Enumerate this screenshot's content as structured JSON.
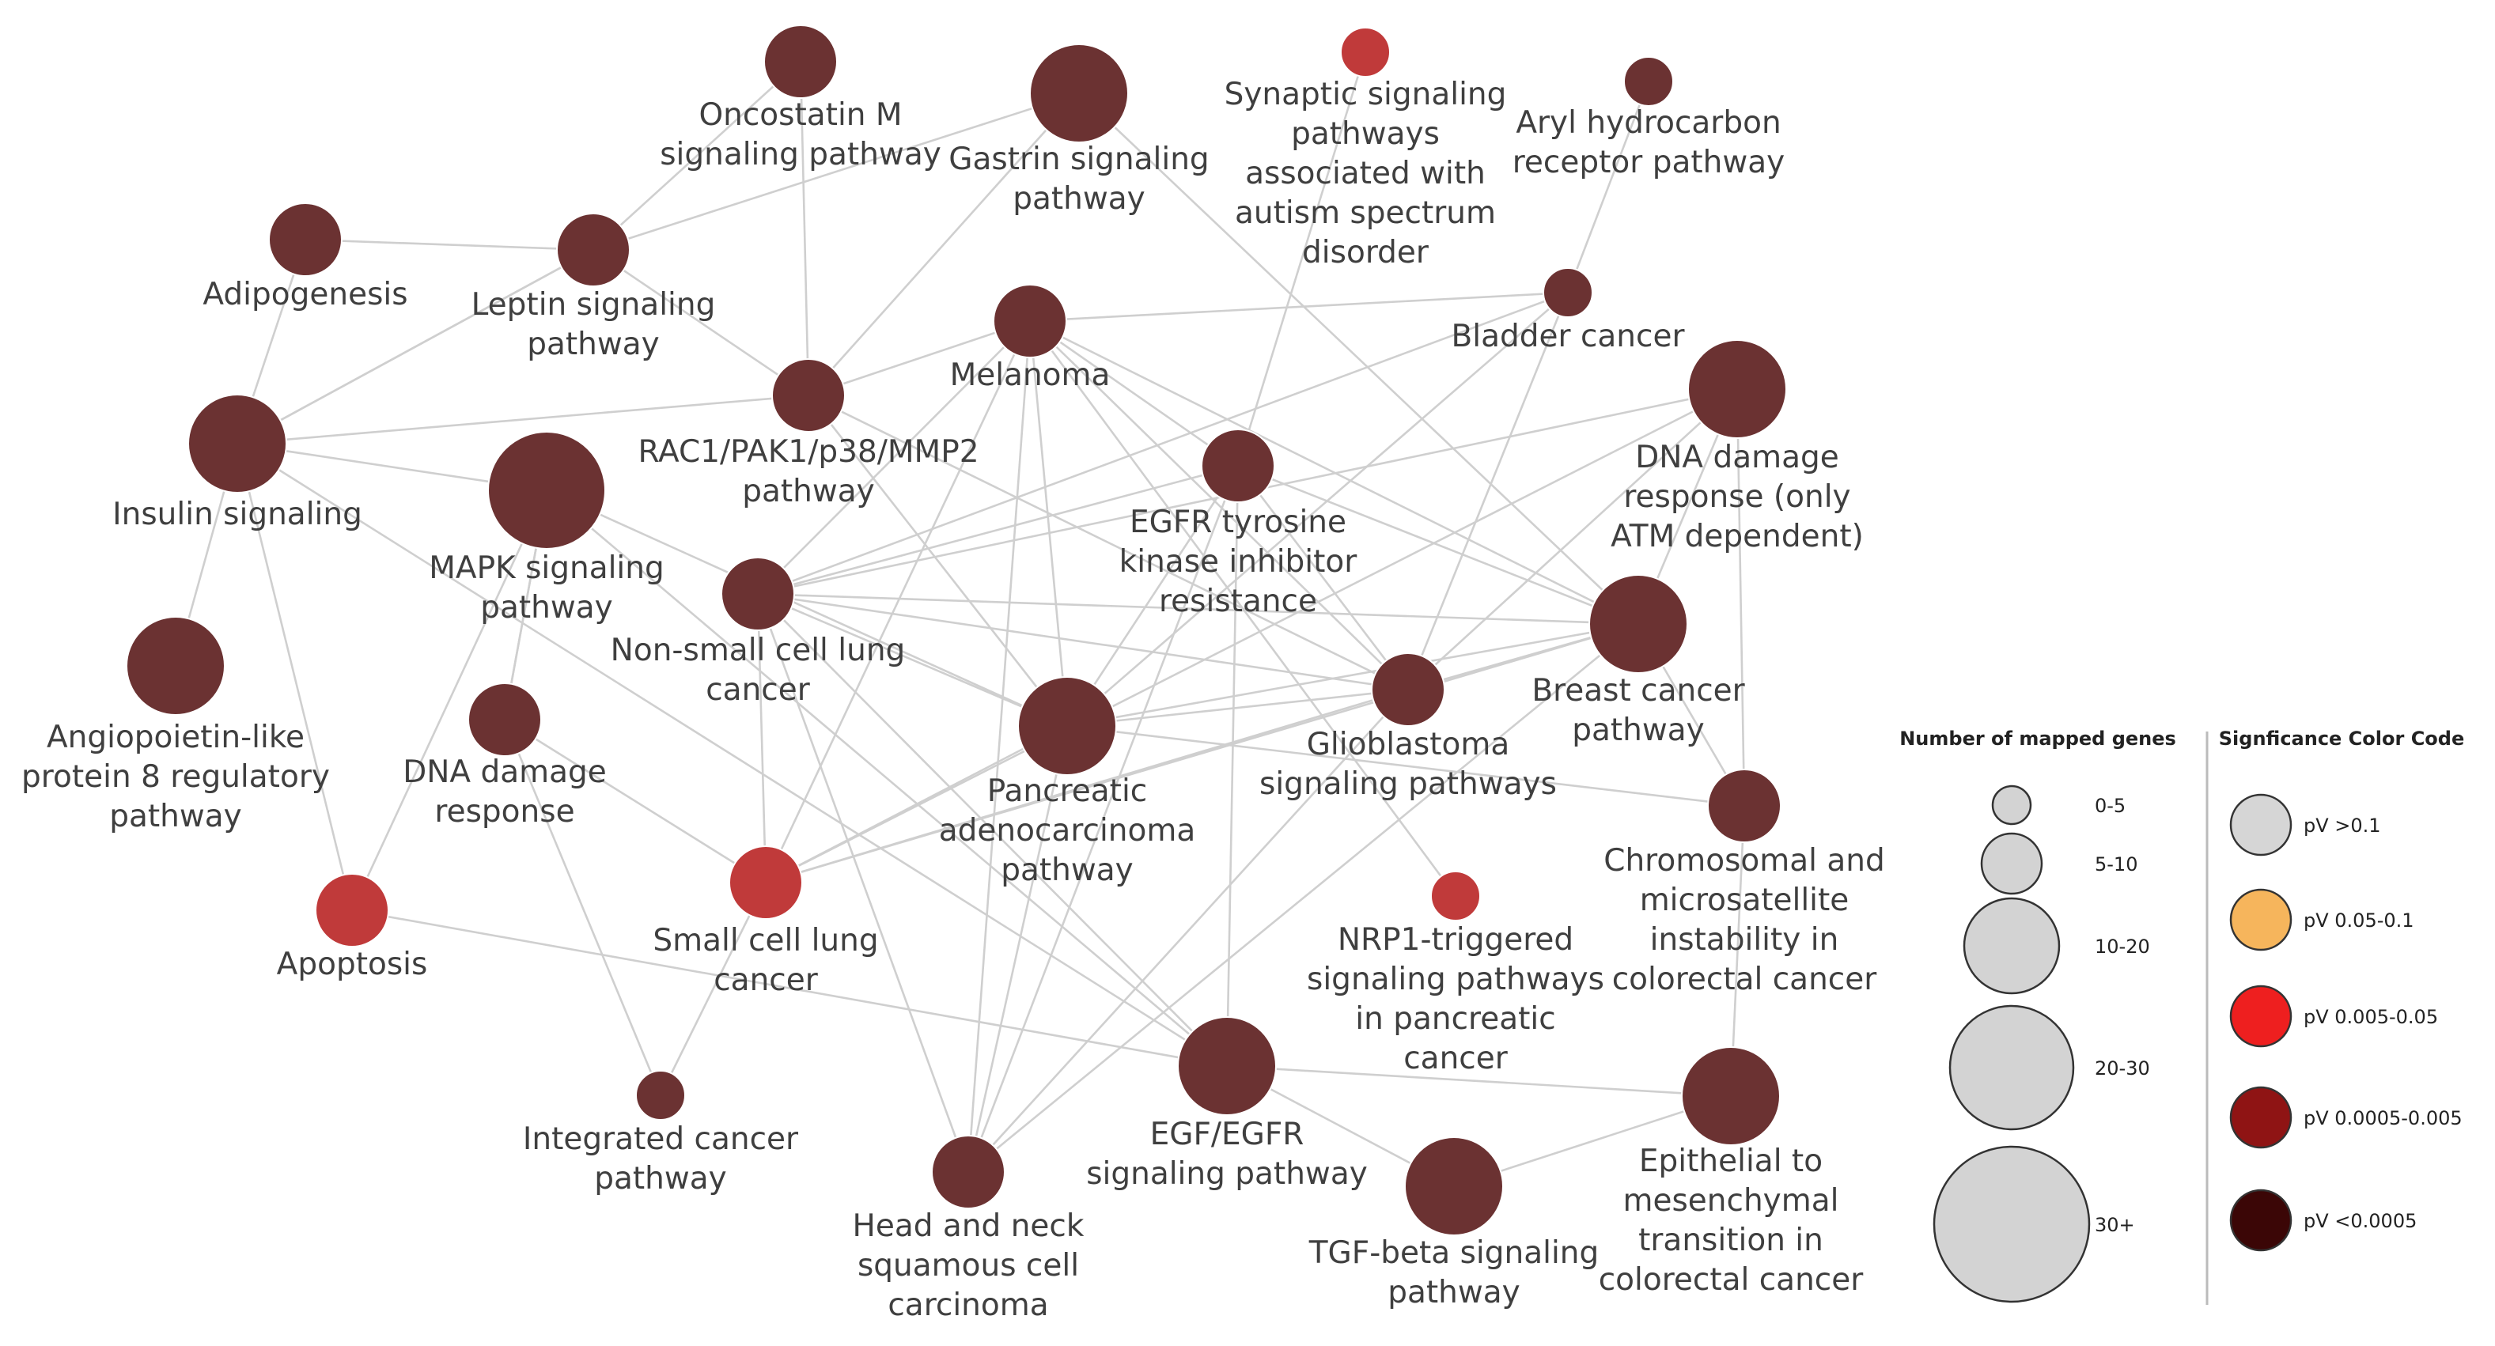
{
  "nodes": [
    {
      "id": "oncostatin",
      "label_lines": [
        "Oncostatin M",
        "signaling pathway"
      ],
      "size": "10-20",
      "color": "#6b3232"
    },
    {
      "id": "gastrin",
      "label_lines": [
        "Gastrin signaling",
        "pathway"
      ],
      "size": "20-30",
      "color": "#6b3232"
    },
    {
      "id": "synaptic",
      "label_lines": [
        "Synaptic signaling",
        "pathways",
        "associated with",
        "autism spectrum",
        "disorder"
      ],
      "size": "0-5",
      "color": "#c03a3a"
    },
    {
      "id": "aryl",
      "label_lines": [
        "Aryl hydrocarbon",
        "receptor pathway"
      ],
      "size": "0-5",
      "color": "#6b3232"
    },
    {
      "id": "adipogenesis",
      "label_lines": [
        "Adipogenesis"
      ],
      "size": "10-20",
      "color": "#6b3232"
    },
    {
      "id": "leptin",
      "label_lines": [
        "Leptin signaling",
        "pathway"
      ],
      "size": "10-20",
      "color": "#6b3232"
    },
    {
      "id": "melanoma",
      "label_lines": [
        "Melanoma"
      ],
      "size": "10-20",
      "color": "#6b3232"
    },
    {
      "id": "bladder",
      "label_lines": [
        "Bladder cancer"
      ],
      "size": "0-5",
      "color": "#6b3232"
    },
    {
      "id": "rac1",
      "label_lines": [
        "RAC1/PAK1/p38/MMP2",
        "pathway"
      ],
      "size": "10-20",
      "color": "#6b3232"
    },
    {
      "id": "dnadamage_atm",
      "label_lines": [
        "DNA damage",
        "response (only",
        "ATM dependent)"
      ],
      "size": "20-30",
      "color": "#6b3232"
    },
    {
      "id": "insulin",
      "label_lines": [
        "Insulin signaling"
      ],
      "size": "20-30",
      "color": "#6b3232"
    },
    {
      "id": "mapk",
      "label_lines": [
        "MAPK signaling",
        "pathway"
      ],
      "size": "30+",
      "color": "#6b3232"
    },
    {
      "id": "egfr_tki",
      "label_lines": [
        "EGFR tyrosine",
        "kinase inhibitor",
        "resistance"
      ],
      "size": "10-20",
      "color": "#6b3232"
    },
    {
      "id": "nsclc",
      "label_lines": [
        "Non-small cell lung",
        "cancer"
      ],
      "size": "10-20",
      "color": "#6b3232"
    },
    {
      "id": "breast",
      "label_lines": [
        "Breast cancer",
        "pathway"
      ],
      "size": "20-30",
      "color": "#6b3232"
    },
    {
      "id": "angiopoietin",
      "label_lines": [
        "Angiopoietin-like",
        "protein 8 regulatory",
        "pathway"
      ],
      "size": "20-30",
      "color": "#6b3232"
    },
    {
      "id": "glioblastoma",
      "label_lines": [
        "Glioblastoma",
        "signaling pathways"
      ],
      "size": "10-20",
      "color": "#6b3232"
    },
    {
      "id": "dnadamage",
      "label_lines": [
        "DNA damage",
        "response"
      ],
      "size": "10-20",
      "color": "#6b3232"
    },
    {
      "id": "pancreatic",
      "label_lines": [
        "Pancreatic",
        "adenocarcinoma",
        "pathway"
      ],
      "size": "20-30",
      "color": "#6b3232"
    },
    {
      "id": "chromosomal",
      "label_lines": [
        "Chromosomal and",
        "microsatellite",
        "instability in",
        "colorectal cancer"
      ],
      "size": "10-20",
      "color": "#6b3232"
    },
    {
      "id": "apoptosis",
      "label_lines": [
        "Apoptosis"
      ],
      "size": "10-20",
      "color": "#c03a3a"
    },
    {
      "id": "sclc",
      "label_lines": [
        "Small cell lung",
        "cancer"
      ],
      "size": "10-20",
      "color": "#c03a3a"
    },
    {
      "id": "nrp1",
      "label_lines": [
        "NRP1-triggered",
        "signaling pathways",
        "in pancreatic",
        "cancer"
      ],
      "size": "0-5",
      "color": "#c03a3a"
    },
    {
      "id": "integrated",
      "label_lines": [
        "Integrated cancer",
        "pathway"
      ],
      "size": "0-5",
      "color": "#6b3232"
    },
    {
      "id": "egf_egfr",
      "label_lines": [
        "EGF/EGFR",
        "signaling pathway"
      ],
      "size": "20-30",
      "color": "#6b3232"
    },
    {
      "id": "emt",
      "label_lines": [
        "Epithelial to",
        "mesenchymal",
        "transition in",
        "colorectal cancer"
      ],
      "size": "20-30",
      "color": "#6b3232"
    },
    {
      "id": "headneck",
      "label_lines": [
        "Head and neck",
        "squamous cell",
        "carcinoma"
      ],
      "size": "10-20",
      "color": "#6b3232"
    },
    {
      "id": "tgfbeta",
      "label_lines": [
        "TGF-beta signaling",
        "pathway"
      ],
      "size": "20-30",
      "color": "#6b3232"
    }
  ],
  "edges": [
    [
      "oncostatin",
      "leptin"
    ],
    [
      "oncostatin",
      "rac1"
    ],
    [
      "leptin",
      "gastrin"
    ],
    [
      "leptin",
      "adipogenesis"
    ],
    [
      "leptin",
      "rac1"
    ],
    [
      "gastrin",
      "rac1"
    ],
    [
      "adipogenesis",
      "insulin"
    ],
    [
      "insulin",
      "leptin"
    ],
    [
      "insulin",
      "mapk"
    ],
    [
      "insulin",
      "angiopoietin"
    ],
    [
      "insulin",
      "apoptosis"
    ],
    [
      "insulin",
      "rac1"
    ],
    [
      "insulin",
      "egf_egfr"
    ],
    [
      "synaptic",
      "egfr_tki"
    ],
    [
      "aryl",
      "bladder"
    ],
    [
      "gastrin",
      "breast"
    ],
    [
      "melanoma",
      "bladder"
    ],
    [
      "melanoma",
      "egfr_tki"
    ],
    [
      "melanoma",
      "glioblastoma"
    ],
    [
      "melanoma",
      "breast"
    ],
    [
      "melanoma",
      "pancreatic"
    ],
    [
      "melanoma",
      "headneck"
    ],
    [
      "melanoma",
      "sclc"
    ],
    [
      "melanoma",
      "nsclc"
    ],
    [
      "melanoma",
      "nrp1"
    ],
    [
      "bladder",
      "nsclc"
    ],
    [
      "bladder",
      "glioblastoma"
    ],
    [
      "bladder",
      "pancreatic"
    ],
    [
      "dnadamage_atm",
      "breast"
    ],
    [
      "dnadamage_atm",
      "glioblastoma"
    ],
    [
      "dnadamage_atm",
      "nsclc"
    ],
    [
      "dnadamage_atm",
      "sclc"
    ],
    [
      "rac1",
      "pancreatic"
    ],
    [
      "rac1",
      "melanoma"
    ],
    [
      "rac1",
      "glioblastoma"
    ],
    [
      "mapk",
      "apoptosis"
    ],
    [
      "mapk",
      "pancreatic"
    ],
    [
      "egfr_tki",
      "nsclc"
    ],
    [
      "egfr_tki",
      "glioblastoma"
    ],
    [
      "egfr_tki",
      "egf_egfr"
    ],
    [
      "egfr_tki",
      "pancreatic"
    ],
    [
      "egfr_tki",
      "breast"
    ],
    [
      "egfr_tki",
      "headneck"
    ],
    [
      "nsclc",
      "breast"
    ],
    [
      "nsclc",
      "glioblastoma"
    ],
    [
      "nsclc",
      "sclc"
    ],
    [
      "nsclc",
      "pancreatic"
    ],
    [
      "nsclc",
      "egf_egfr"
    ],
    [
      "nsclc",
      "headneck"
    ],
    [
      "breast",
      "glioblastoma"
    ],
    [
      "breast",
      "pancreatic"
    ],
    [
      "breast",
      "chromosomal"
    ],
    [
      "breast",
      "headneck"
    ],
    [
      "breast",
      "sclc"
    ],
    [
      "glioblastoma",
      "pancreatic"
    ],
    [
      "glioblastoma",
      "sclc"
    ],
    [
      "glioblastoma",
      "headneck"
    ],
    [
      "pancreatic",
      "sclc"
    ],
    [
      "pancreatic",
      "chromosomal"
    ],
    [
      "pancreatic",
      "headneck"
    ],
    [
      "dnadamage",
      "sclc"
    ],
    [
      "dnadamage",
      "integrated"
    ],
    [
      "dnadamage",
      "mapk"
    ],
    [
      "sclc",
      "integrated"
    ],
    [
      "apoptosis",
      "egf_egfr"
    ],
    [
      "mapk",
      "egf_egfr"
    ],
    [
      "egf_egfr",
      "emt"
    ],
    [
      "egf_egfr",
      "tgfbeta"
    ],
    [
      "chromosomal",
      "emt"
    ],
    [
      "tgfbeta",
      "emt"
    ],
    [
      "dnadamage_atm",
      "chromosomal"
    ],
    [
      "mapk",
      "dnadamage"
    ],
    [
      "leptin",
      "insulin"
    ]
  ],
  "legend": {
    "size_title": "Number of mapped genes",
    "color_title": "Signficance Color Code",
    "sizes": [
      "0-5",
      "5-10",
      "10-20",
      "20-30",
      "30+"
    ],
    "colors": [
      {
        "label": "pV >0.1",
        "color": "#d6d6d6"
      },
      {
        "label": "pV 0.05-0.1",
        "color": "#f6b55c"
      },
      {
        "label": "pV 0.005-0.05",
        "color": "#ee1f1f"
      },
      {
        "label": "pV 0.0005-0.005",
        "color": "#8f1414"
      },
      {
        "label": "pV <0.0005",
        "color": "#3b0606"
      }
    ]
  }
}
